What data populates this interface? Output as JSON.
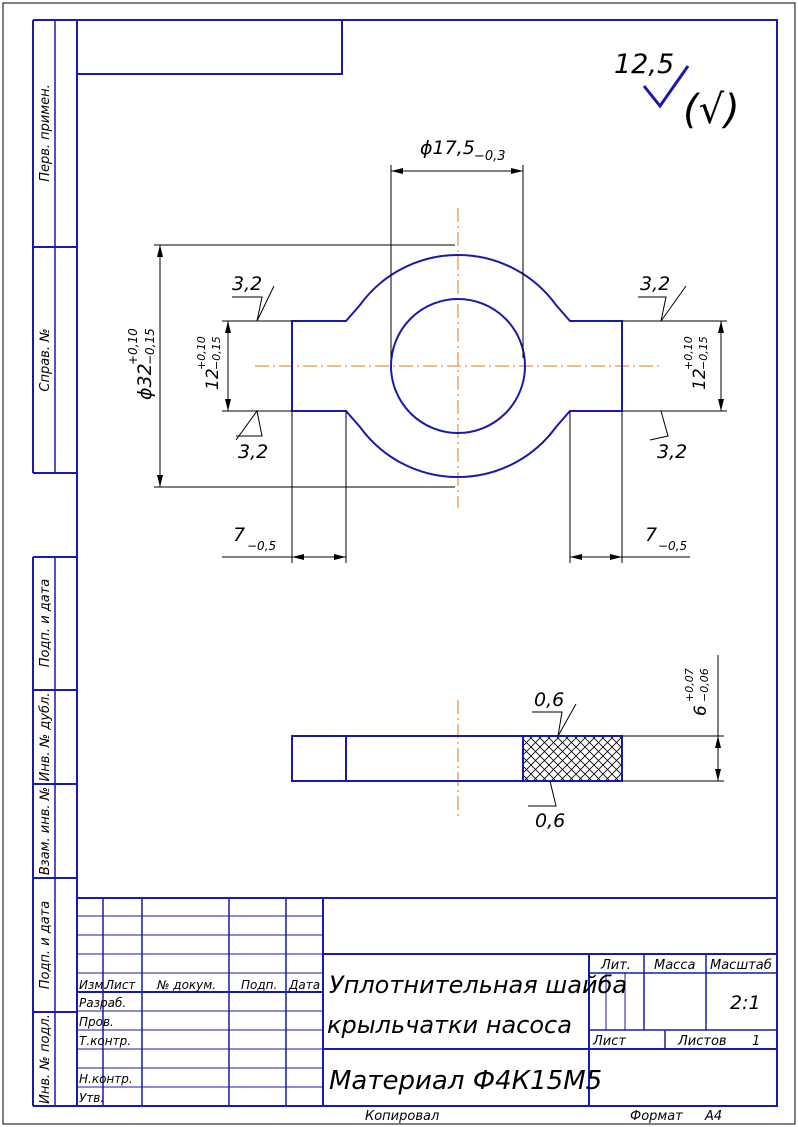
{
  "roughness": {
    "general": "12,5",
    "other_mark": "(√)",
    "local": "3,2"
  },
  "dimensions": {
    "bore": {
      "main": "ϕ17,5",
      "lower": "−0,3"
    },
    "outer": {
      "main": "ϕ32",
      "upper": "+0,10",
      "lower": "−0,15"
    },
    "tab_width_left": {
      "main": "12",
      "upper": "+0,10",
      "lower": "−0,15"
    },
    "tab_width_right": {
      "main": "12",
      "upper": "+0,10",
      "lower": "−0,15"
    },
    "tab_length_left": {
      "main": "7",
      "lower": "−0,5"
    },
    "tab_length_right": {
      "main": "7",
      "lower": "−0,5"
    },
    "thickness": {
      "main": "6",
      "upper": "+0,07",
      "lower": "−0,06"
    },
    "flatness_top": "0,6",
    "flatness_bottom": "0,6"
  },
  "side_stamp": [
    "Перв. примен.",
    "Справ. №",
    "Подп. и дата",
    "Инв. № дубл.",
    "Взам. инв. №",
    "Подп. и дата",
    "Инв. № подл."
  ],
  "title_block": {
    "headers": {
      "izm": "Изм.",
      "list": "Лист",
      "doc": "№ докум.",
      "sign": "Подп.",
      "date": "Дата"
    },
    "roles": [
      "Разраб.",
      "Пров.",
      "Т.контр.",
      "Н.контр.",
      "Утв."
    ],
    "title_line1": "Уплотнительная шайба",
    "title_line2": "крыльчатки насоса",
    "material": "Материал Ф4К15М5",
    "lit_label": "Лит.",
    "mass_label": "Масса",
    "scale_label": "Масштаб",
    "scale_value": "2:1",
    "sheet_label": "Лист",
    "sheets_label": "Листов",
    "sheets_value": "1"
  },
  "footer": {
    "copied": "Копировал",
    "format_label": "Формат",
    "format_value": "А4"
  }
}
